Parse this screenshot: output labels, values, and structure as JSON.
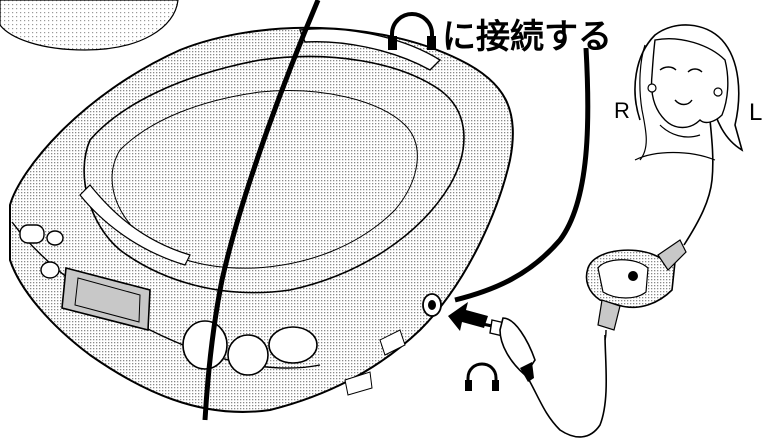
{
  "caption": {
    "icon": "headphones-icon",
    "text": "に接続する"
  },
  "labels": {
    "right": "R",
    "left": "L",
    "jack_icon": "headphones-icon"
  },
  "colors": {
    "ink": "#000000",
    "screen_gray": "#c8c8c8",
    "paper": "#ffffff"
  }
}
